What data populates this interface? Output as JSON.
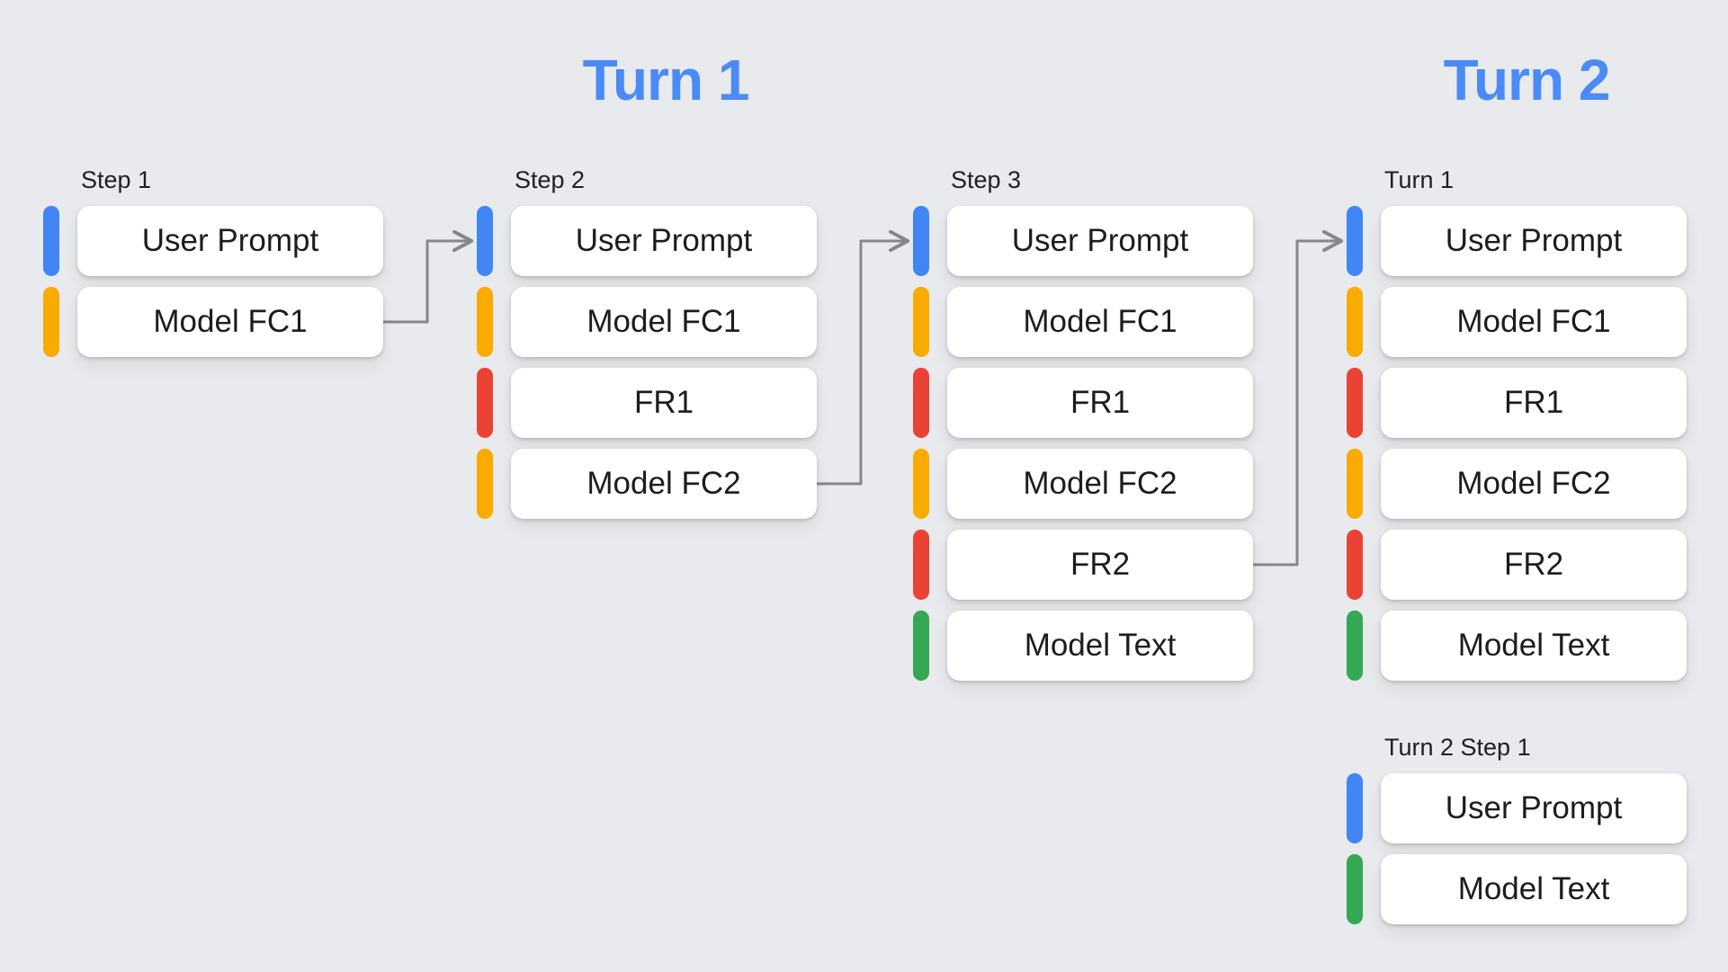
{
  "palette": {
    "background": "#E8EAED",
    "card_background": "#FFFFFF",
    "card_text": "#1B1C1E",
    "label_text": "#202124",
    "title_blue": "#4A8BF5",
    "arrow_gray": "#84888C",
    "pill_colors": {
      "blue": "#4285F4",
      "yellow": "#F9AB00",
      "red": "#EA4335",
      "green": "#34A853"
    }
  },
  "titles": [
    {
      "text": "Turn 1",
      "over_columns": [
        0,
        1,
        2
      ]
    },
    {
      "text": "Turn 2",
      "over_columns": [
        3
      ]
    }
  ],
  "groups": [
    {
      "label": "Step 1",
      "col": 0,
      "band": "main",
      "cards": [
        {
          "text": "User Prompt",
          "color": "blue"
        },
        {
          "text": "Model FC1",
          "color": "yellow"
        }
      ]
    },
    {
      "label": "Step 2",
      "col": 1,
      "band": "main",
      "cards": [
        {
          "text": "User Prompt",
          "color": "blue"
        },
        {
          "text": "Model FC1",
          "color": "yellow"
        },
        {
          "text": "FR1",
          "color": "red"
        },
        {
          "text": "Model FC2",
          "color": "yellow"
        }
      ]
    },
    {
      "label": "Step 3",
      "col": 2,
      "band": "main",
      "cards": [
        {
          "text": "User Prompt",
          "color": "blue"
        },
        {
          "text": "Model FC1",
          "color": "yellow"
        },
        {
          "text": "FR1",
          "color": "red"
        },
        {
          "text": "Model FC2",
          "color": "yellow"
        },
        {
          "text": "FR2",
          "color": "red"
        },
        {
          "text": "Model Text",
          "color": "green"
        }
      ]
    },
    {
      "label": "Turn 1",
      "col": 3,
      "band": "main",
      "cards": [
        {
          "text": "User Prompt",
          "color": "blue"
        },
        {
          "text": "Model FC1",
          "color": "yellow"
        },
        {
          "text": "FR1",
          "color": "red"
        },
        {
          "text": "Model FC2",
          "color": "yellow"
        },
        {
          "text": "FR2",
          "color": "red"
        },
        {
          "text": "Model Text",
          "color": "green"
        }
      ]
    },
    {
      "label": "Turn 2 Step 1",
      "col": 3,
      "band": "lower",
      "cards": [
        {
          "text": "User Prompt",
          "color": "blue"
        },
        {
          "text": "Model Text",
          "color": "green"
        }
      ]
    }
  ],
  "arrows": [
    {
      "from_group": 0,
      "from_card": 1,
      "to_group": 1,
      "to_card": 0
    },
    {
      "from_group": 1,
      "from_card": 3,
      "to_group": 2,
      "to_card": 0
    },
    {
      "from_group": 2,
      "from_card": 4,
      "to_group": 3,
      "to_card": 0
    }
  ]
}
